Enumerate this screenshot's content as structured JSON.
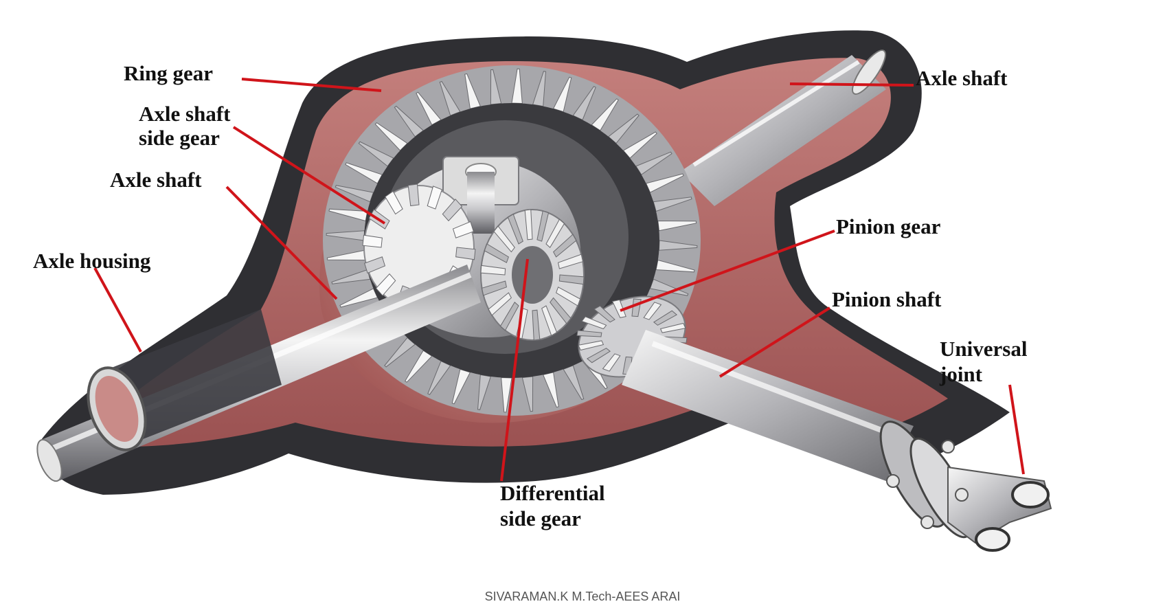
{
  "diagram": {
    "labels": {
      "ring_gear": "Ring gear",
      "axle_shaft_right": "Axle shaft",
      "axle_shaft_side_gear_1": "Axle shaft",
      "axle_shaft_side_gear_2": "side gear",
      "axle_shaft_left": "Axle shaft",
      "axle_housing": "Axle housing",
      "pinion_gear": "Pinion gear",
      "pinion_shaft": "Pinion shaft",
      "universal_joint_1": "Universal",
      "universal_joint_2": "joint",
      "differential_side_gear_1": "Differential",
      "differential_side_gear_2": "side gear"
    },
    "footer": "SIVARAMAN.K M.Tech-AEES ARAI"
  },
  "colors": {
    "housing_red": "#b86a6a",
    "housing_red_light": "#d8a3a0",
    "housing_dark": "#2f2f33",
    "metal_light": "#f2f2f2",
    "metal_mid": "#bdbdc0",
    "metal_dark": "#6e6e72",
    "leader_line": "#d0141a",
    "label_text": "#111111"
  }
}
